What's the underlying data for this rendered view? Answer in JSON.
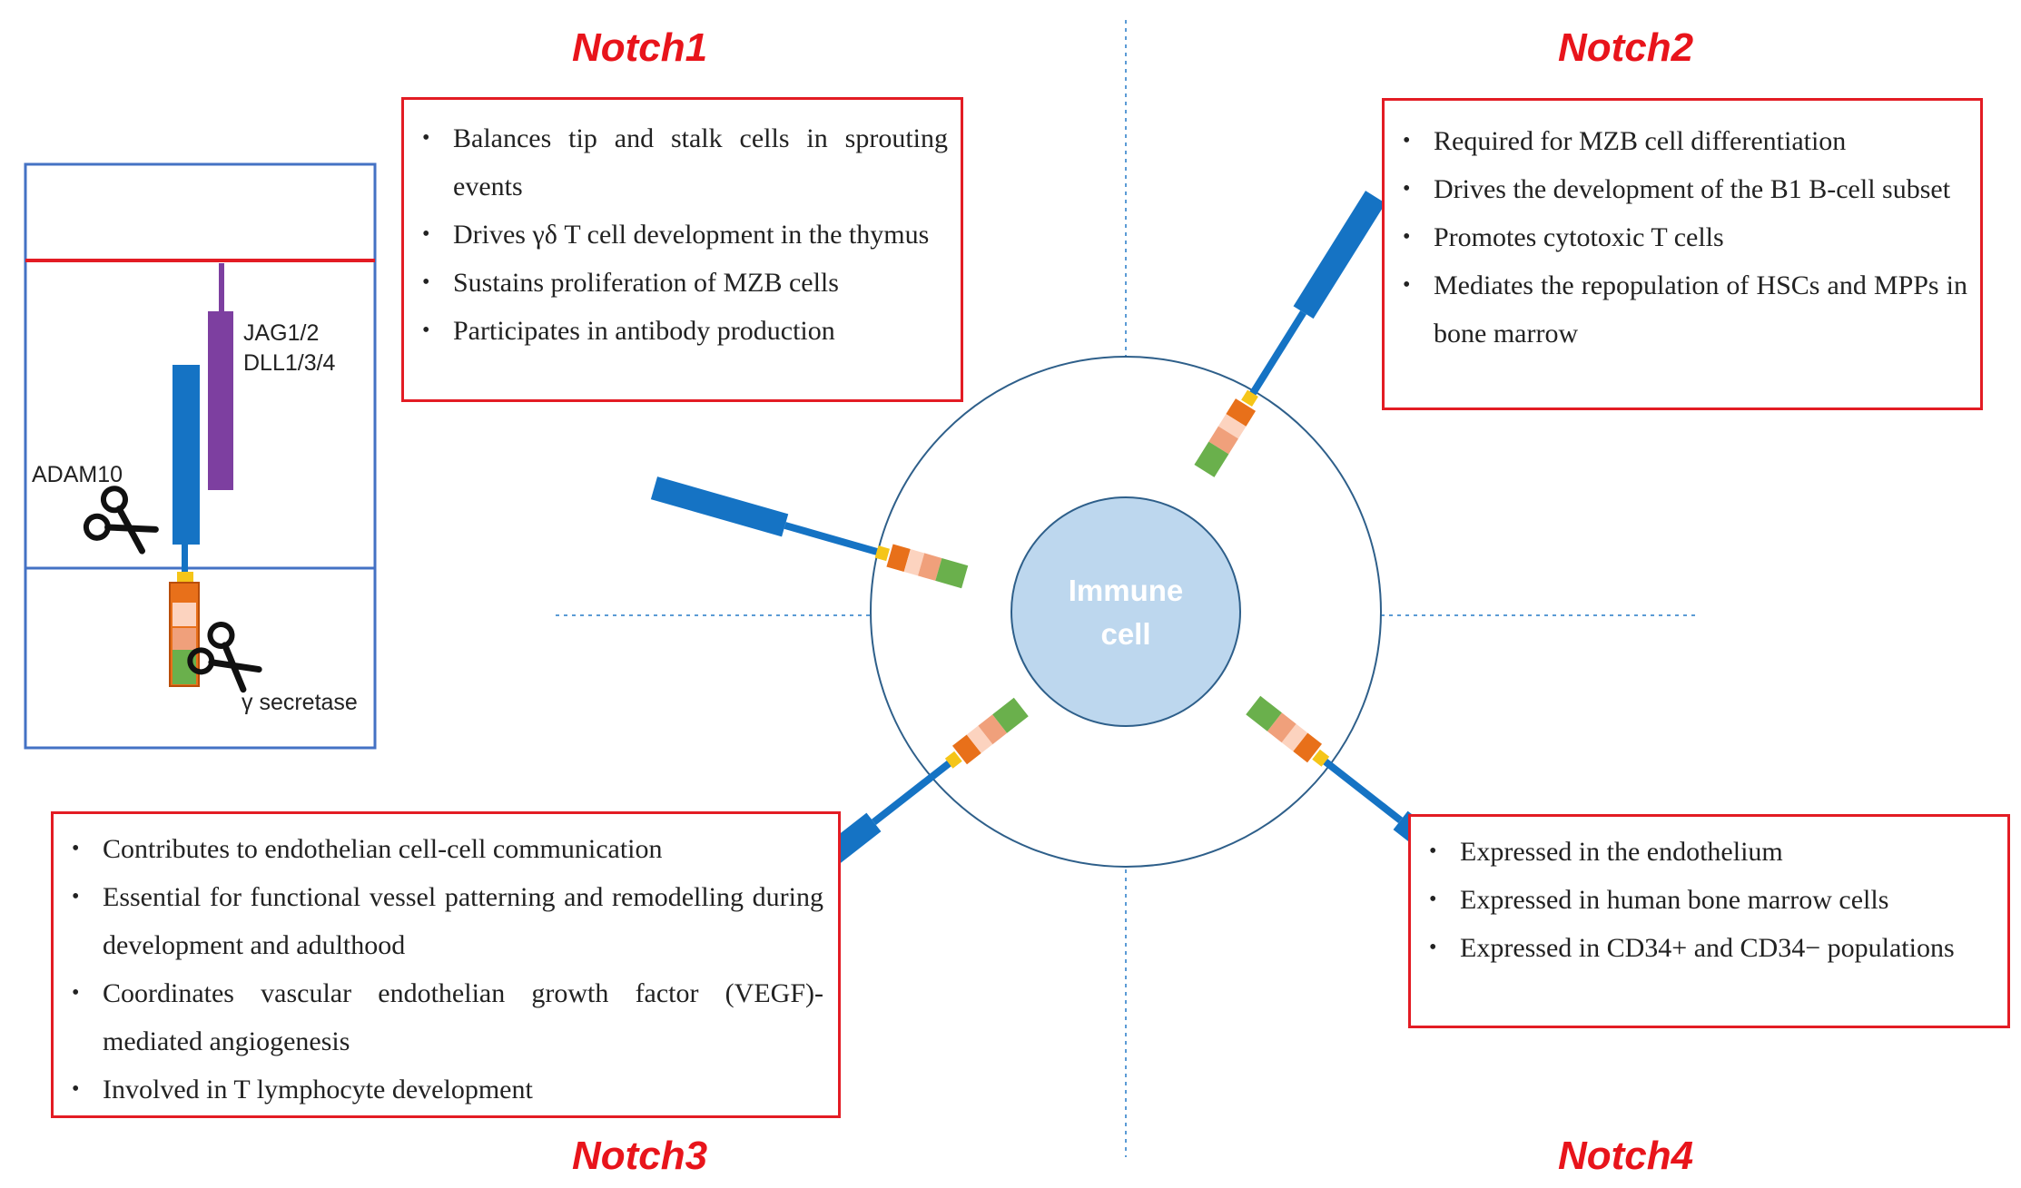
{
  "titles": {
    "notch1": "Notch1",
    "notch2": "Notch2",
    "notch3": "Notch3",
    "notch4": "Notch4"
  },
  "center_label": {
    "line1": "Immune",
    "line2": "cell"
  },
  "inset": {
    "ligand_line1": "JAG1/2",
    "ligand_line2": "DLL1/3/4",
    "adam": "ADAM10",
    "secretase": "γ secretase"
  },
  "notch1_items": [
    "Balances tip and stalk cells in sprouting events",
    "Drives γδ T cell development in the thymus",
    "Sustains proliferation of MZB cells",
    "Participates in antibody production"
  ],
  "notch2_items": [
    "Required for MZB cell differentiation",
    "Drives the development of the B1 B-cell subset",
    "Promotes cytotoxic T cells",
    "Mediates the repopulation of HSCs and MPPs in bone marrow"
  ],
  "notch3_items": [
    "Contributes to endothelian cell-cell communication",
    "Essential for functional vessel patterning and remodelling during development and adulthood",
    "Coordinates vascular endothelian growth factor (VEGF)-mediated angiogenesis",
    "Involved in T lymphocyte development"
  ],
  "notch4_items": [
    "Expressed in the endothelium",
    "Expressed in human bone marrow cells",
    "Expressed in CD34+ and CD34− populations"
  ],
  "colors": {
    "title_red": "#e8141b",
    "box_border": "#e31c24",
    "receptor_blue": "#1573c4",
    "ligand_purple": "#7d3fa0",
    "cell_fill": "#bdd7ee",
    "membrane_red": "#e31c24"
  },
  "icons": [
    "scissors-icon"
  ]
}
